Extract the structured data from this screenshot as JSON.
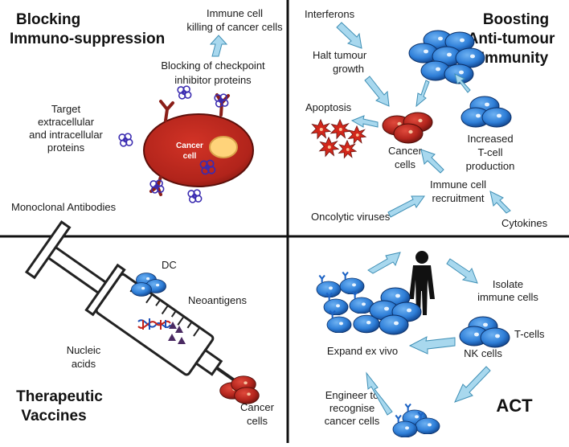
{
  "colors": {
    "divider": "#111111",
    "arrow_fill": "#a8d8ee",
    "arrow_stroke": "#3f8fb5",
    "cancer_fill": "#b5261e",
    "cancer_dark": "#6a130f",
    "cell_blue": "#2f7fd8",
    "cell_blue_dark": "#0e3f86",
    "antibody": "#3a2bb0",
    "apoptosis": "#d2271b",
    "nucleus": "#ffd37a"
  },
  "q1": {
    "title_line1": "Blocking",
    "title_line2": "Immuno-suppression",
    "immune_killing_line1": "Immune cell",
    "immune_killing_line2": "killing of cancer cells",
    "checkpoint_line1": "Blocking of checkpoint",
    "checkpoint_line2": "inhibitor proteins",
    "target_line1": "Target",
    "target_line2": "extracellular",
    "target_line3": "and intracellular",
    "target_line4": "proteins",
    "cancer_cell_line1": "Cancer",
    "cancer_cell_line2": "cell",
    "antibodies": "Monoclonal Antibodies"
  },
  "q2": {
    "title_line1": "Boosting",
    "title_line2": "Anti-tumour",
    "title_line3": "Immunity",
    "interferons": "Interferons",
    "halt_line1": "Halt tumour",
    "halt_line2": "growth",
    "apoptosis": "Apoptosis",
    "cancer_line1": "Cancer",
    "cancer_line2": "cells",
    "tcell_line1": "Increased",
    "tcell_line2": "T-cell",
    "tcell_line3": "production",
    "recruit_line1": "Immune cell",
    "recruit_line2": "recruitment",
    "oncolytic": "Oncolytic viruses",
    "cytokines": "Cytokines"
  },
  "q3": {
    "title_line1": "Therapeutic",
    "title_line2": "Vaccines",
    "dc": "DC",
    "neoantigens": "Neoantigens",
    "nucleic_line1": "Nucleic",
    "nucleic_line2": "acids",
    "cancer_line1": "Cancer",
    "cancer_line2": "cells"
  },
  "q4": {
    "title": "ACT",
    "isolate_line1": "Isolate",
    "isolate_line2": "immune cells",
    "tcells": "T-cells",
    "nkcells": "NK cells",
    "expand": "Expand ex vivo",
    "engineer_line1": "Engineer to",
    "engineer_line2": "recognise",
    "engineer_line3": "cancer cells"
  },
  "icons": [
    "antibody-icon",
    "cancer-cell-icon",
    "blue-immune-cell-icon",
    "apoptotic-cell-icon",
    "human-figure-icon",
    "syringe-icon",
    "dna-icon",
    "neoantigen-icon",
    "process-arrow-icon"
  ]
}
